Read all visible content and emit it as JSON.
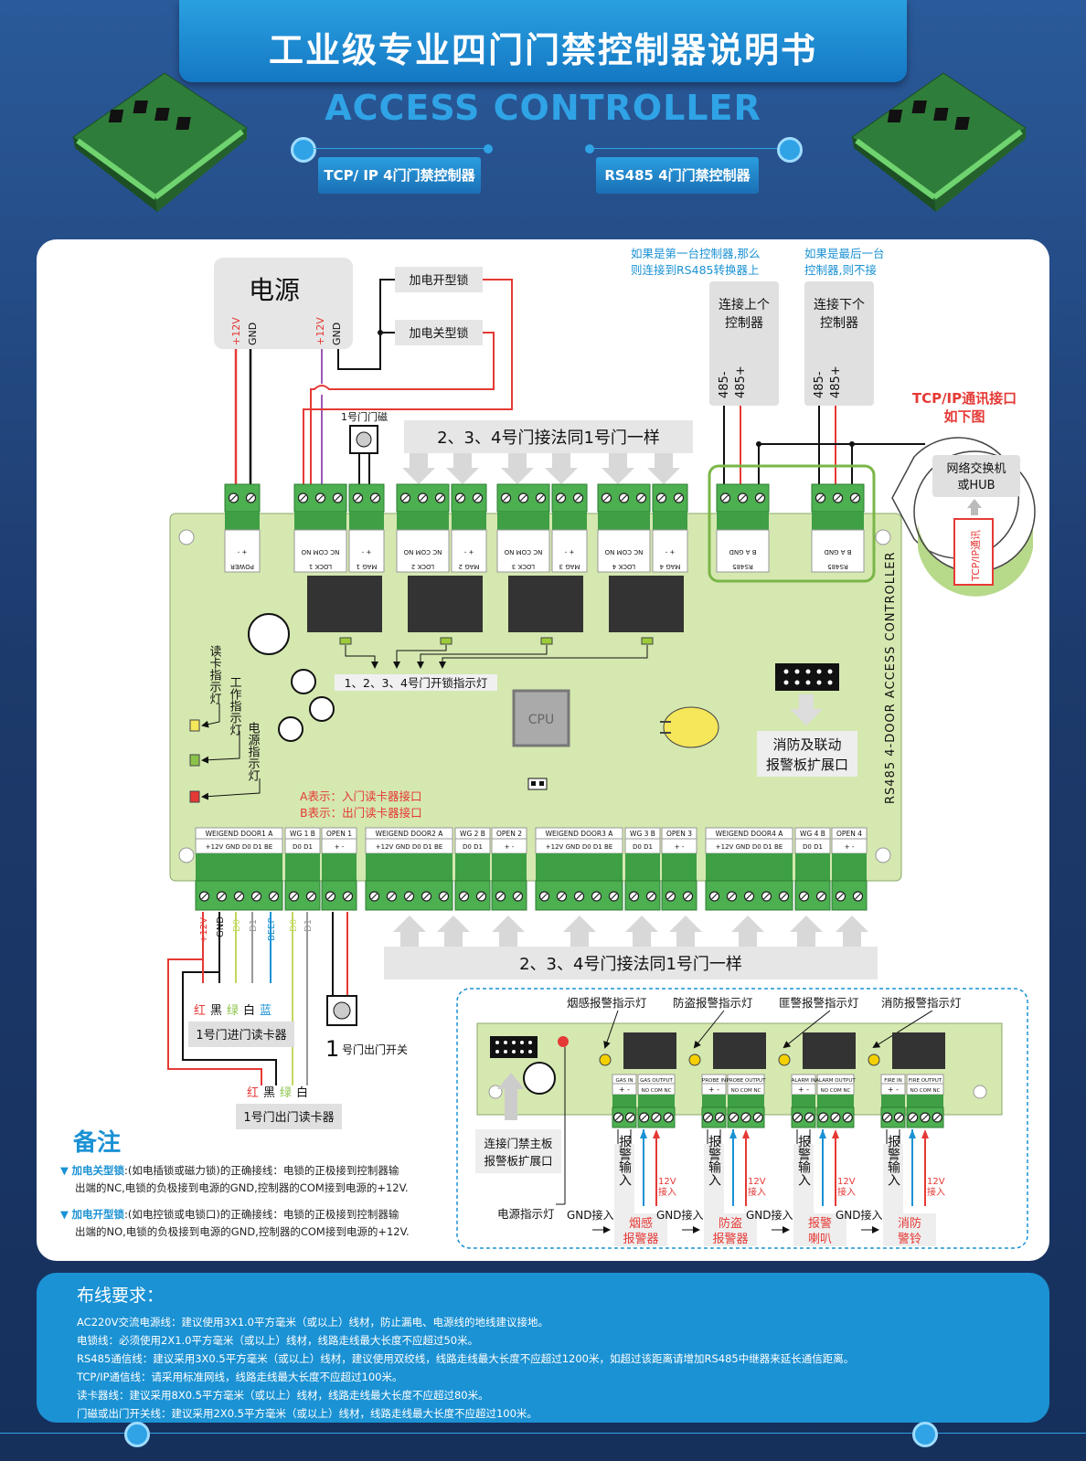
{
  "header": {
    "title": "工业级专业四门门禁控制器说明书",
    "subtitle": "ACCESS CONTROLLER",
    "tab_left": "TCP/ IP 4门门禁控制器",
    "tab_right": "RS485 4门门禁控制器"
  },
  "diagram": {
    "power_title": "电源",
    "power_12v": "+12V",
    "power_gnd": "GND",
    "lock_on": "加电开型锁",
    "lock_off": "加电关型锁",
    "door_sensor": "1号门门磁",
    "same_top": "2、3、4号门接法同1号门一样",
    "same_bottom": "2、3、4号门接法同1号门一样",
    "first_ctrl_note_1": "如果是第一台控制器,那么",
    "first_ctrl_note_2": "则连接到RS485转换器上",
    "last_ctrl_note_1": "如果是最后一台",
    "last_ctrl_note_2": "控制器,则不接",
    "prev_ctrl_1": "连接上个",
    "prev_ctrl_2": "控制器",
    "next_ctrl_1": "连接下个",
    "next_ctrl_2": "控制器",
    "rs485_neg": "485-",
    "rs485_pos": "485+",
    "tcp_title_1": "TCP/IP通讯接口",
    "tcp_title_2": "如下图",
    "switch_1": "网络交换机",
    "switch_2": "或HUB",
    "tcp_label": "TCP/IP通讯",
    "top_terminals": [
      "POWER",
      "LOCK 1",
      "MAG 1",
      "LOCK 2",
      "MAG 2",
      "LOCK 3",
      "MAG 3",
      "LOCK 4",
      "MAG 4",
      "RS485",
      "RS485"
    ],
    "lock_pins": "NC COM NO",
    "rs_pins": "B A GND",
    "read_led": "读卡指示灯",
    "work_led": "工作指示灯",
    "power_led": "电源指示灯",
    "unlock_leds": "1、2、3、4号门开锁指示灯",
    "cpu": "CPU",
    "fire_port_1": "消防及联动",
    "fire_port_2": "报警板扩展口",
    "board_side": "RS485 4-DOOR ACCESS CONTROLLER",
    "a_note": "A表示：入门读卡器接口",
    "b_note": "B表示：出门读卡器接口",
    "bottom_terminals": [
      "WEIGEND DOOR1  A",
      "WG 1 B",
      "OPEN 1",
      "WEIGEND DOOR2  A",
      "WG 2 B",
      "OPEN 2",
      "WEIGEND DOOR3  A",
      "WG 3 B",
      "OPEN 3",
      "WEIGEND DOOR4  A",
      "WG 4 B",
      "OPEN 4"
    ],
    "wg_pins": "+12V GND D0 D1 BE",
    "wire_12v": "+12V",
    "wire_gnd": "GND",
    "wire_d0": "D0",
    "wire_d1": "D1",
    "wire_beep": "BEEP",
    "color_red": "红",
    "color_black": "黑",
    "color_green": "绿",
    "color_white": "白",
    "color_blue": "蓝",
    "reader_in": "1号门进门读卡器",
    "reader_out": "1号门出门读卡器",
    "exit_btn_num": "1",
    "exit_btn": "号门出门开关"
  },
  "alarm_board": {
    "leds": [
      "烟感报警指示灯",
      "防盗报警指示灯",
      "匪警报警指示灯",
      "消防报警指示灯"
    ],
    "inputs": [
      "GAS IN",
      "PROBE IN",
      "ALARM IN",
      "FIRE IN"
    ],
    "outputs": [
      "GAS OUTPUT",
      "PROBE OUTPUT",
      "ALARM OUTPUT",
      "FIRE OUTPUT"
    ],
    "alarm_in": "报警输入",
    "v12": "12V",
    "v12_in": "接入",
    "gnd_in": "GND接入",
    "devices": [
      [
        "烟感",
        "报警器"
      ],
      [
        "防盗",
        "报警器"
      ],
      [
        "报警",
        "喇叭"
      ],
      [
        "消防",
        "警铃"
      ]
    ],
    "connect_main_1": "连接门禁主板",
    "connect_main_2": "报警板扩展口",
    "power_led": "电源指示灯"
  },
  "notes": {
    "title": "备注",
    "item1_head": "加电关型锁",
    "item1_body_1": ":(如电插锁或磁力锁)的正确接线：电锁的正极接到控制器输",
    "item1_body_2": "出端的NC,电锁的负极接到电源的GND,控制器的COM接到电源的+12V.",
    "item2_head": "加电开型锁",
    "item2_body_1": ":(如电控锁或电锁口)的正确接线：电锁的正极接到控制器输",
    "item2_body_2": "出端的NO,电锁的负极接到电源的GND,控制器的COM接到电源的+12V."
  },
  "wiring": {
    "title": "布线要求：",
    "lines": [
      "AC220V交流电源线：建议使用3X1.0平方毫米（或以上）线材，防止漏电、电源线的地线建议接地。",
      "电锁线：必须使用2X1.0平方毫米（或以上）线材，线路走线最大长度不应超过50米。",
      "RS485通信线：建议采用3X0.5平方毫米（或以上）线材，建议使用双绞线，线路走线最大长度不应超过1200米，如超过该距离请增加RS485中继器来延长通信距离。",
      "TCP/IP通信线：请采用标准网线，线路走线最大长度不应超过100米。",
      "读卡器线：建议采用8X0.5平方毫米（或以上）线材，线路走线最大长度不应超过80米。",
      "门磁或出门开关线：建议采用2X0.5平方毫米（或以上）线材，线路走线最大长度不应超过100米。"
    ]
  },
  "colors": {
    "board": "#d5e8b0",
    "terminal": "#4caf50",
    "banner": "#1b92d4",
    "red_wire": "#e53935",
    "note_red": "#e53935",
    "note_blue": "#1b92d4"
  }
}
